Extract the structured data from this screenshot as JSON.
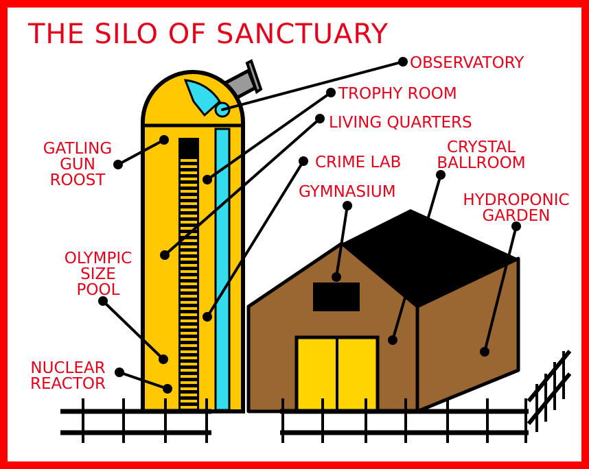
{
  "title": "THE SILO OF SANCTUARY",
  "labels": {
    "observatory": [
      "OBSERVATORY"
    ],
    "trophy_room": [
      "TROPHY ROOM"
    ],
    "living_quarters": [
      "LIVING QUARTERS"
    ],
    "crime_lab": [
      "CRIME LAB"
    ],
    "crystal_ballroom": [
      "CRYSTAL",
      "BALLROOM"
    ],
    "gymnasium": [
      "GYMNASIUM"
    ],
    "hydroponic_garden": [
      "HYDROPONIC",
      "GARDEN"
    ],
    "gatling_gun_roost": [
      "GATLING",
      "GUN",
      "ROOST"
    ],
    "olympic_size_pool": [
      "OLYMPIC",
      "SIZE",
      "POOL"
    ],
    "nuclear_reactor": [
      "NUCLEAR",
      "REACTOR"
    ]
  },
  "colors": {
    "border": "#ff0000",
    "label_text": "#e4001b",
    "silo": "#ffc800",
    "pool": "#33ddee",
    "barn_wall": "#9a6632",
    "roof": "#000000",
    "door": "#ffd400"
  }
}
